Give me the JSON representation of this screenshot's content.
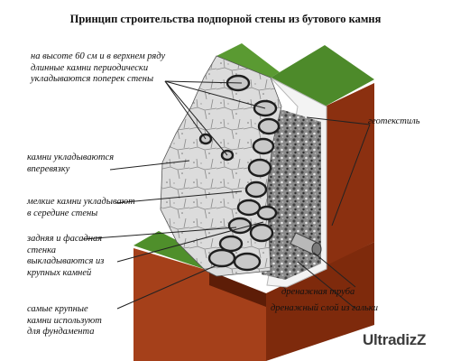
{
  "title": "Принцип строительства подпорной стены из бутового камня",
  "labels": {
    "long_stones": "на высоте 60 см и в верхнем ряду\nдлинные камни периодически\nукладываются поперек стены",
    "staggered": "камни укладываются\nвперевязку",
    "small_stones": "мелкие камни укладывают\nв середине стены",
    "rear_front": "задняя и фасадная\nстенка\nвыкладываются из\nкрупных камней",
    "foundation": "самые крупные\nкамни используют\nдля фундамента",
    "geotextile": "геотекстиль",
    "drain_pipe": "дренажная труба",
    "gravel_layer": "дренажный слой из гальки"
  },
  "brand": "UltradizZ",
  "colors": {
    "soil": "#9a3412",
    "soil_dark": "#6b1f08",
    "grass": "#4d8a2a",
    "stone_fill": "#d9d9d9",
    "stone_line": "#2b2b2b",
    "gravel": "#6e6e6e",
    "geotextile": "#f4f4f4"
  }
}
